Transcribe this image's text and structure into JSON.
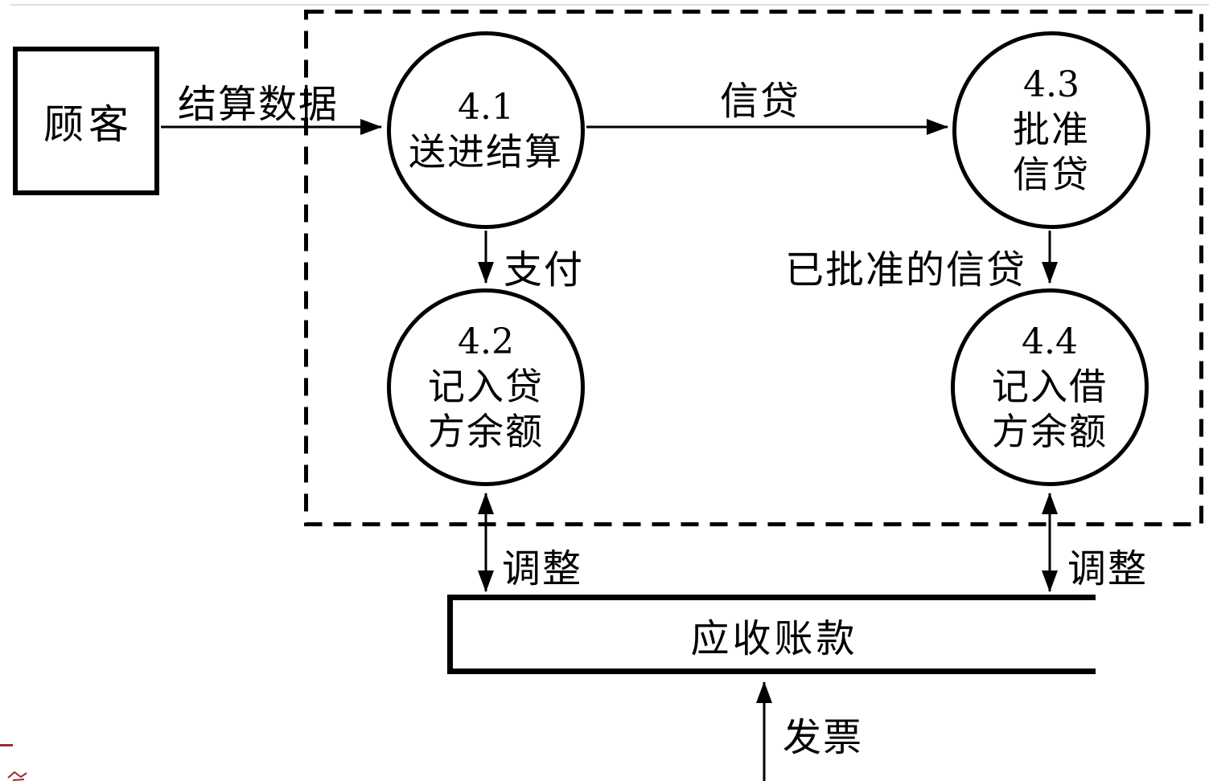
{
  "diagram": {
    "external_entity": {
      "label": "顾客"
    },
    "processes": {
      "p41": {
        "num": "4.1",
        "line1": "送进结算",
        "line2": ""
      },
      "p42": {
        "num": "4.2",
        "line1": "记入贷",
        "line2": "方余额"
      },
      "p43": {
        "num": "4.3",
        "line1": "批准",
        "line2": "信贷"
      },
      "p44": {
        "num": "4.4",
        "line1": "记入借",
        "line2": "方余额"
      }
    },
    "data_store": {
      "label": "应收账款"
    },
    "flows": {
      "settlement_data": "结算数据",
      "credit": "信贷",
      "payment": "支付",
      "approved_credit": "已批准的信贷",
      "adjust_left": "调整",
      "adjust_right": "调整",
      "invoice": "发票"
    },
    "colors": {
      "line": "#000000",
      "background": "#ffffff",
      "annotation_red": "#9b2a35",
      "faint_top_line": "#d9e1ed"
    }
  }
}
